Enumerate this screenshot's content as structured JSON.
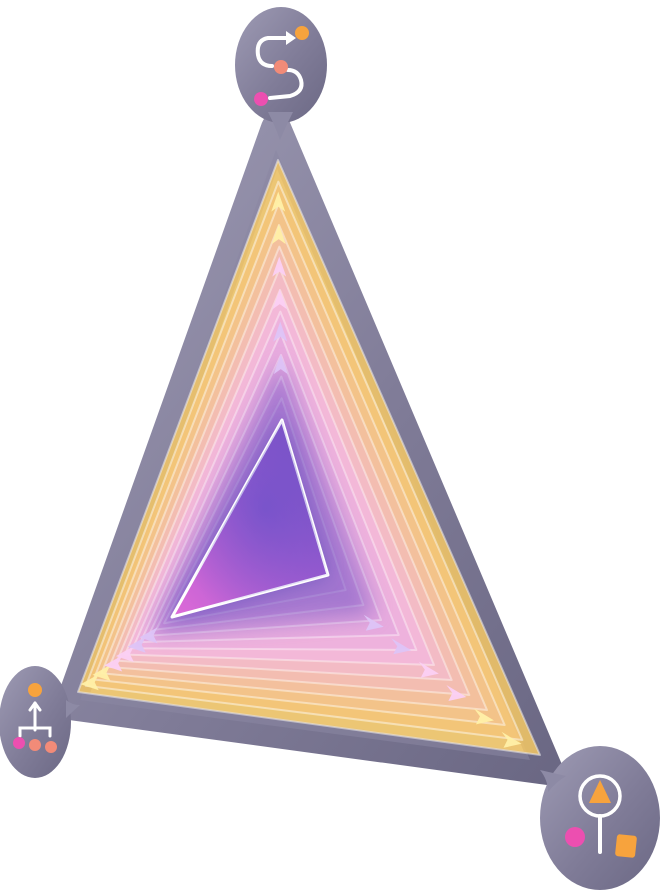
{
  "colors": {
    "frame": "#807c98",
    "frame_light": "#b5b3c5",
    "frame_dark": "#6a6781",
    "layer_outer": "#f5c865",
    "layer_mid": "#f3b8e0",
    "layer_inner": "#c788dd",
    "core_left": "#d46ad6",
    "core_right": "#7b54c9",
    "core_stroke": "#ffffff",
    "arrow_yellow": "#fff0a8",
    "arrow_pink": "#fbd0f4",
    "arrow_lavender": "#ddc4f7",
    "accent_orange": "#f7a33d",
    "accent_pink": "#ec4fb0",
    "accent_salmon": "#f28b78"
  },
  "nodes": [
    {
      "id": "top",
      "icon": "cycle-arrows-icon"
    },
    {
      "id": "left",
      "icon": "branching-tree-icon"
    },
    {
      "id": "right",
      "icon": "magnifier-shapes-icon"
    }
  ],
  "arrows": {
    "left_edge_count": 6,
    "bottom_edge_count": 6,
    "colors_outer_to_inner": [
      "arrow_yellow",
      "arrow_yellow",
      "arrow_pink",
      "arrow_pink",
      "arrow_lavender",
      "arrow_lavender"
    ]
  }
}
